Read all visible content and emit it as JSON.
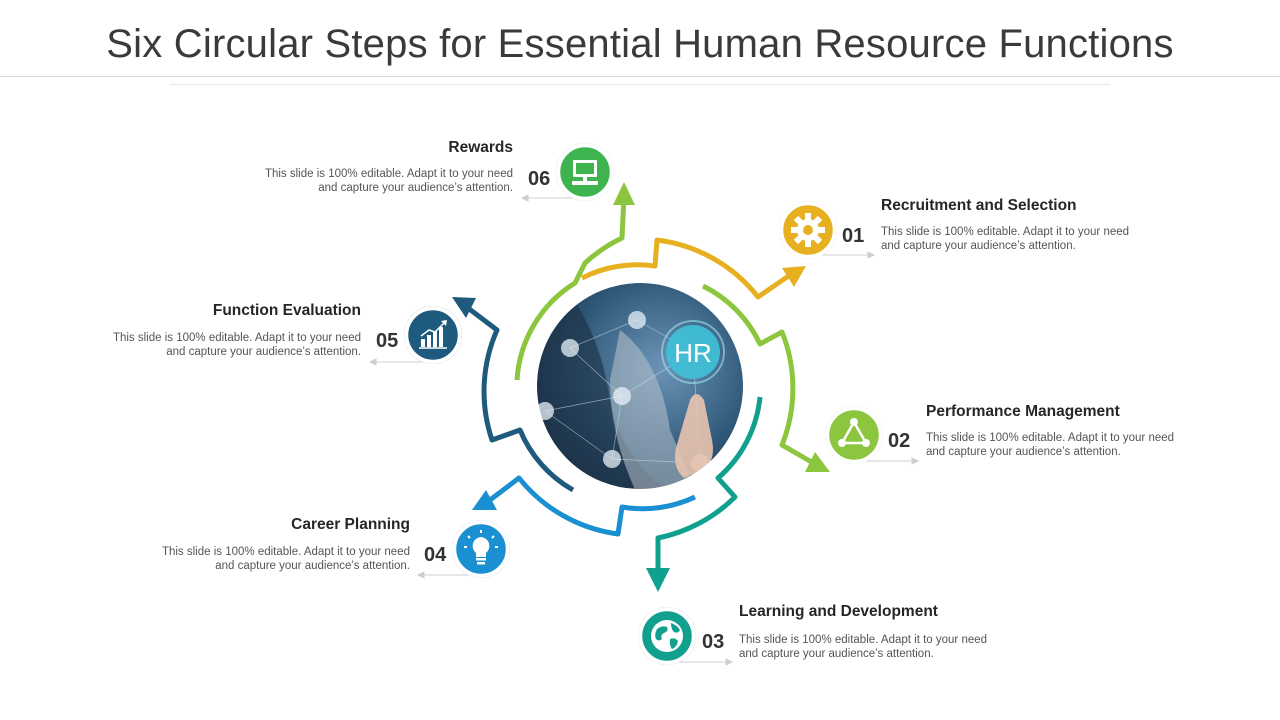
{
  "title": "Six Circular Steps for Essential Human Resource Functions",
  "center_label": "HR",
  "colors": {
    "yellow": "#e6b021",
    "light_green": "#8cc63e",
    "green": "#3fb34f",
    "teal": "#12a08e",
    "blue": "#1a8fd1",
    "navy": "#1e5a7d"
  },
  "steps": [
    {
      "number": "01",
      "title": "Recruitment and Selection",
      "desc": "This slide is 100% editable. Adapt it to your need and capture your audience’s attention.",
      "icon": "gear-icon"
    },
    {
      "number": "02",
      "title": "Performance Management",
      "desc": "This slide is 100% editable. Adapt it to your need and capture your audience’s attention.",
      "icon": "cycle-icon"
    },
    {
      "number": "03",
      "title": "Learning and Development",
      "desc": "This slide is 100% editable. Adapt it to your need and capture your audience’s attention.",
      "icon": "globe-icon"
    },
    {
      "number": "04",
      "title": "Career Planning",
      "desc": "This slide is 100% editable. Adapt it to your need and capture your audience’s attention.",
      "icon": "lightbulb-icon"
    },
    {
      "number": "05",
      "title": "Function Evaluation",
      "desc": "This slide is 100% editable. Adapt it to your need and capture your audience’s attention.",
      "icon": "bar-chart-icon"
    },
    {
      "number": "06",
      "title": "Rewards",
      "desc": "This slide is 100% editable. Adapt it to your need and capture your audience’s attention.",
      "icon": "computer-icon"
    }
  ]
}
